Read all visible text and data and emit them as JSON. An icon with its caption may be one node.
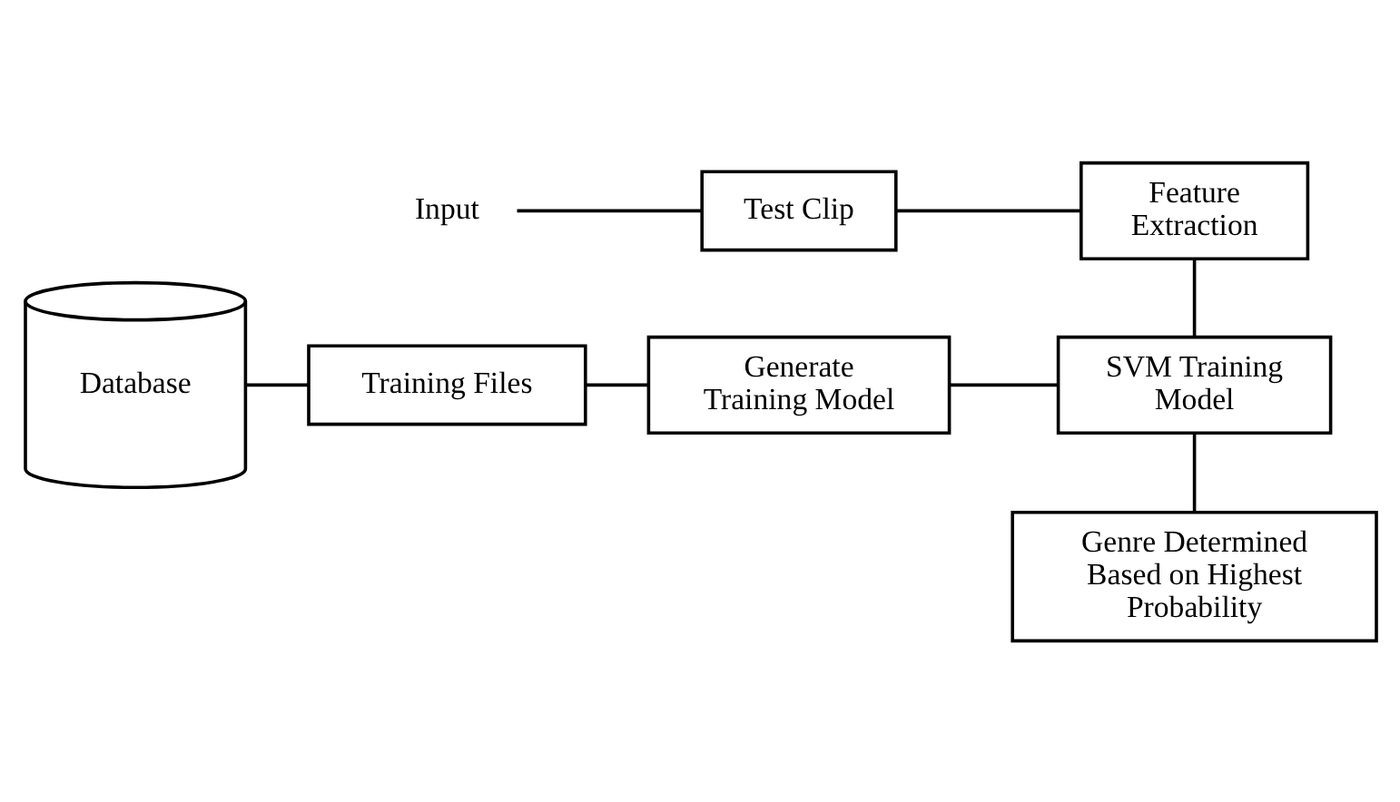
{
  "diagram": {
    "nodes": [
      {
        "text": [
          "Input"
        ]
      },
      {
        "text": [
          "Test Clip"
        ]
      },
      {
        "text": [
          "Feature Extraction"
        ]
      },
      {
        "text": [
          "Database"
        ]
      },
      {
        "text": [
          "Training Files"
        ]
      },
      {
        "text": [
          "Generate Training Model"
        ]
      },
      {
        "text": [
          "SVM Training Model"
        ]
      },
      {
        "text": [
          "Genre Determined Based on Highest Probability"
        ]
      }
    ],
    "edges": [
      {
        "from": 0,
        "to": 1,
        "arrow": "none"
      },
      {
        "from": 1,
        "to": 2,
        "arrow": "none"
      },
      {
        "from": 2,
        "to": 6,
        "arrow": "none"
      },
      {
        "from": 3,
        "to": 4,
        "arrow": "none"
      },
      {
        "from": 4,
        "to": 5,
        "arrow": "none"
      },
      {
        "from": 5,
        "to": 6,
        "arrow": "none"
      },
      {
        "from": 6,
        "to": 7,
        "arrow": "none"
      }
    ]
  }
}
